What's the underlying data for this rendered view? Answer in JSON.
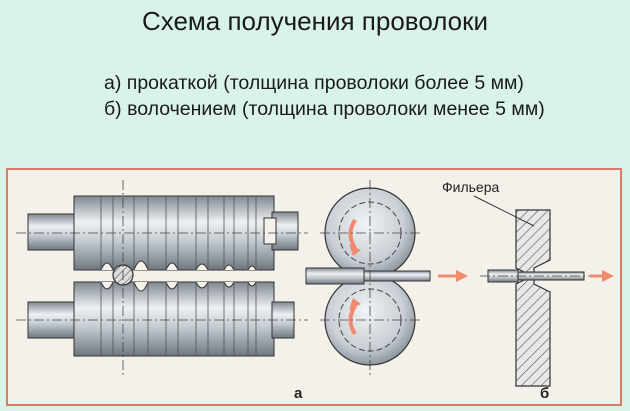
{
  "title": "Схема получения проволоки",
  "lines": [
    "а) прокаткой (толщина проволоки более 5 мм)",
    "б) волочением (толщина проволоки менее 5 мм)"
  ],
  "figure": {
    "label_filiera": "Фильера",
    "label_a": "а",
    "label_b": "б",
    "colors": {
      "background": "#d9f3ea",
      "panel": "#f4f0ea",
      "border": "#d97a6a",
      "metal_light": "#e2e6ea",
      "metal_dark": "#8a939c",
      "arrow": "#f08a6e"
    }
  }
}
